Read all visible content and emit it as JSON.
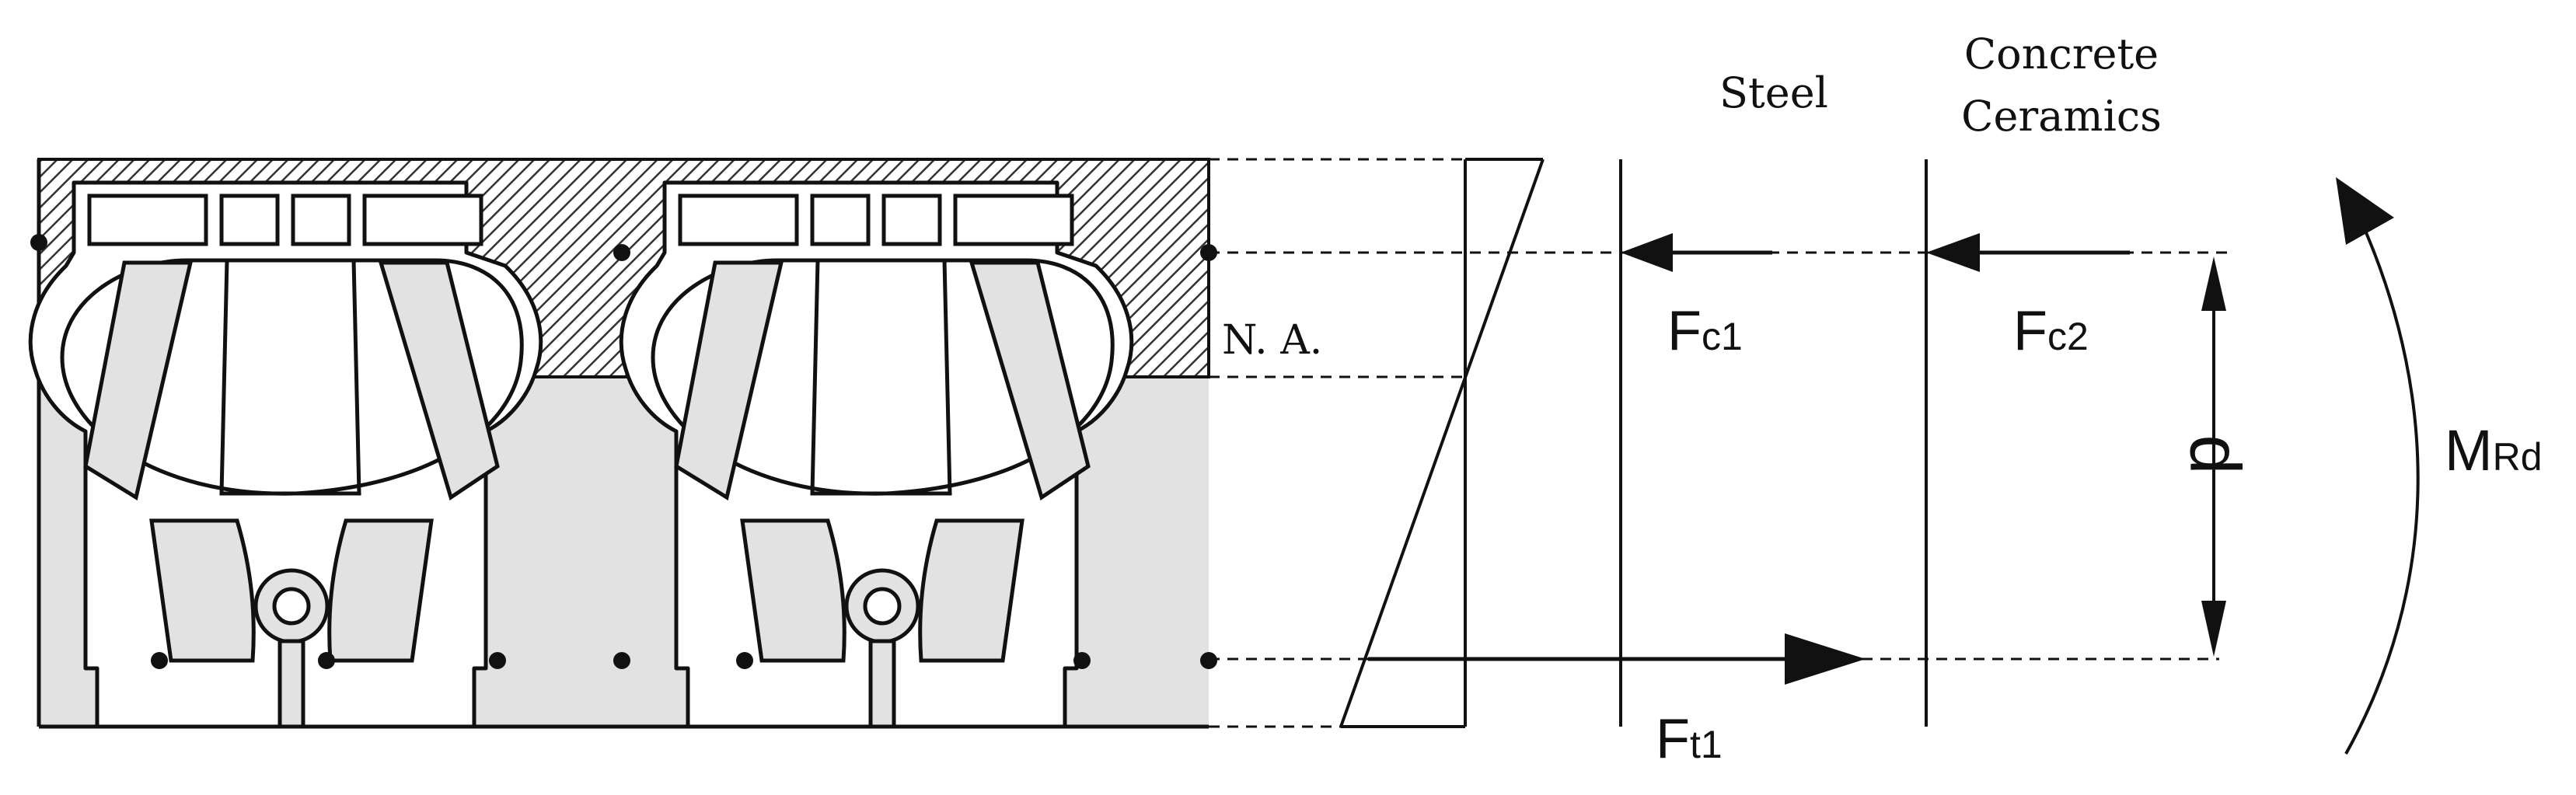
{
  "headers": {
    "steel": "Steel",
    "concrete_line1": "Concrete",
    "concrete_line2": "Ceramics"
  },
  "neutral_axis_label": "N. A.",
  "forces": {
    "fc1": {
      "main": "F",
      "sub": "c1"
    },
    "fc2": {
      "main": "F",
      "sub": "c2"
    },
    "ft1": {
      "main": "F",
      "sub": "t1"
    }
  },
  "lever_arm_label": "d",
  "moment": {
    "main": "M",
    "sub": "Rd"
  },
  "colors": {
    "line": "#111111",
    "concrete_fill": "#e2e2e2",
    "hatch": "#333333",
    "background": "#ffffff"
  }
}
